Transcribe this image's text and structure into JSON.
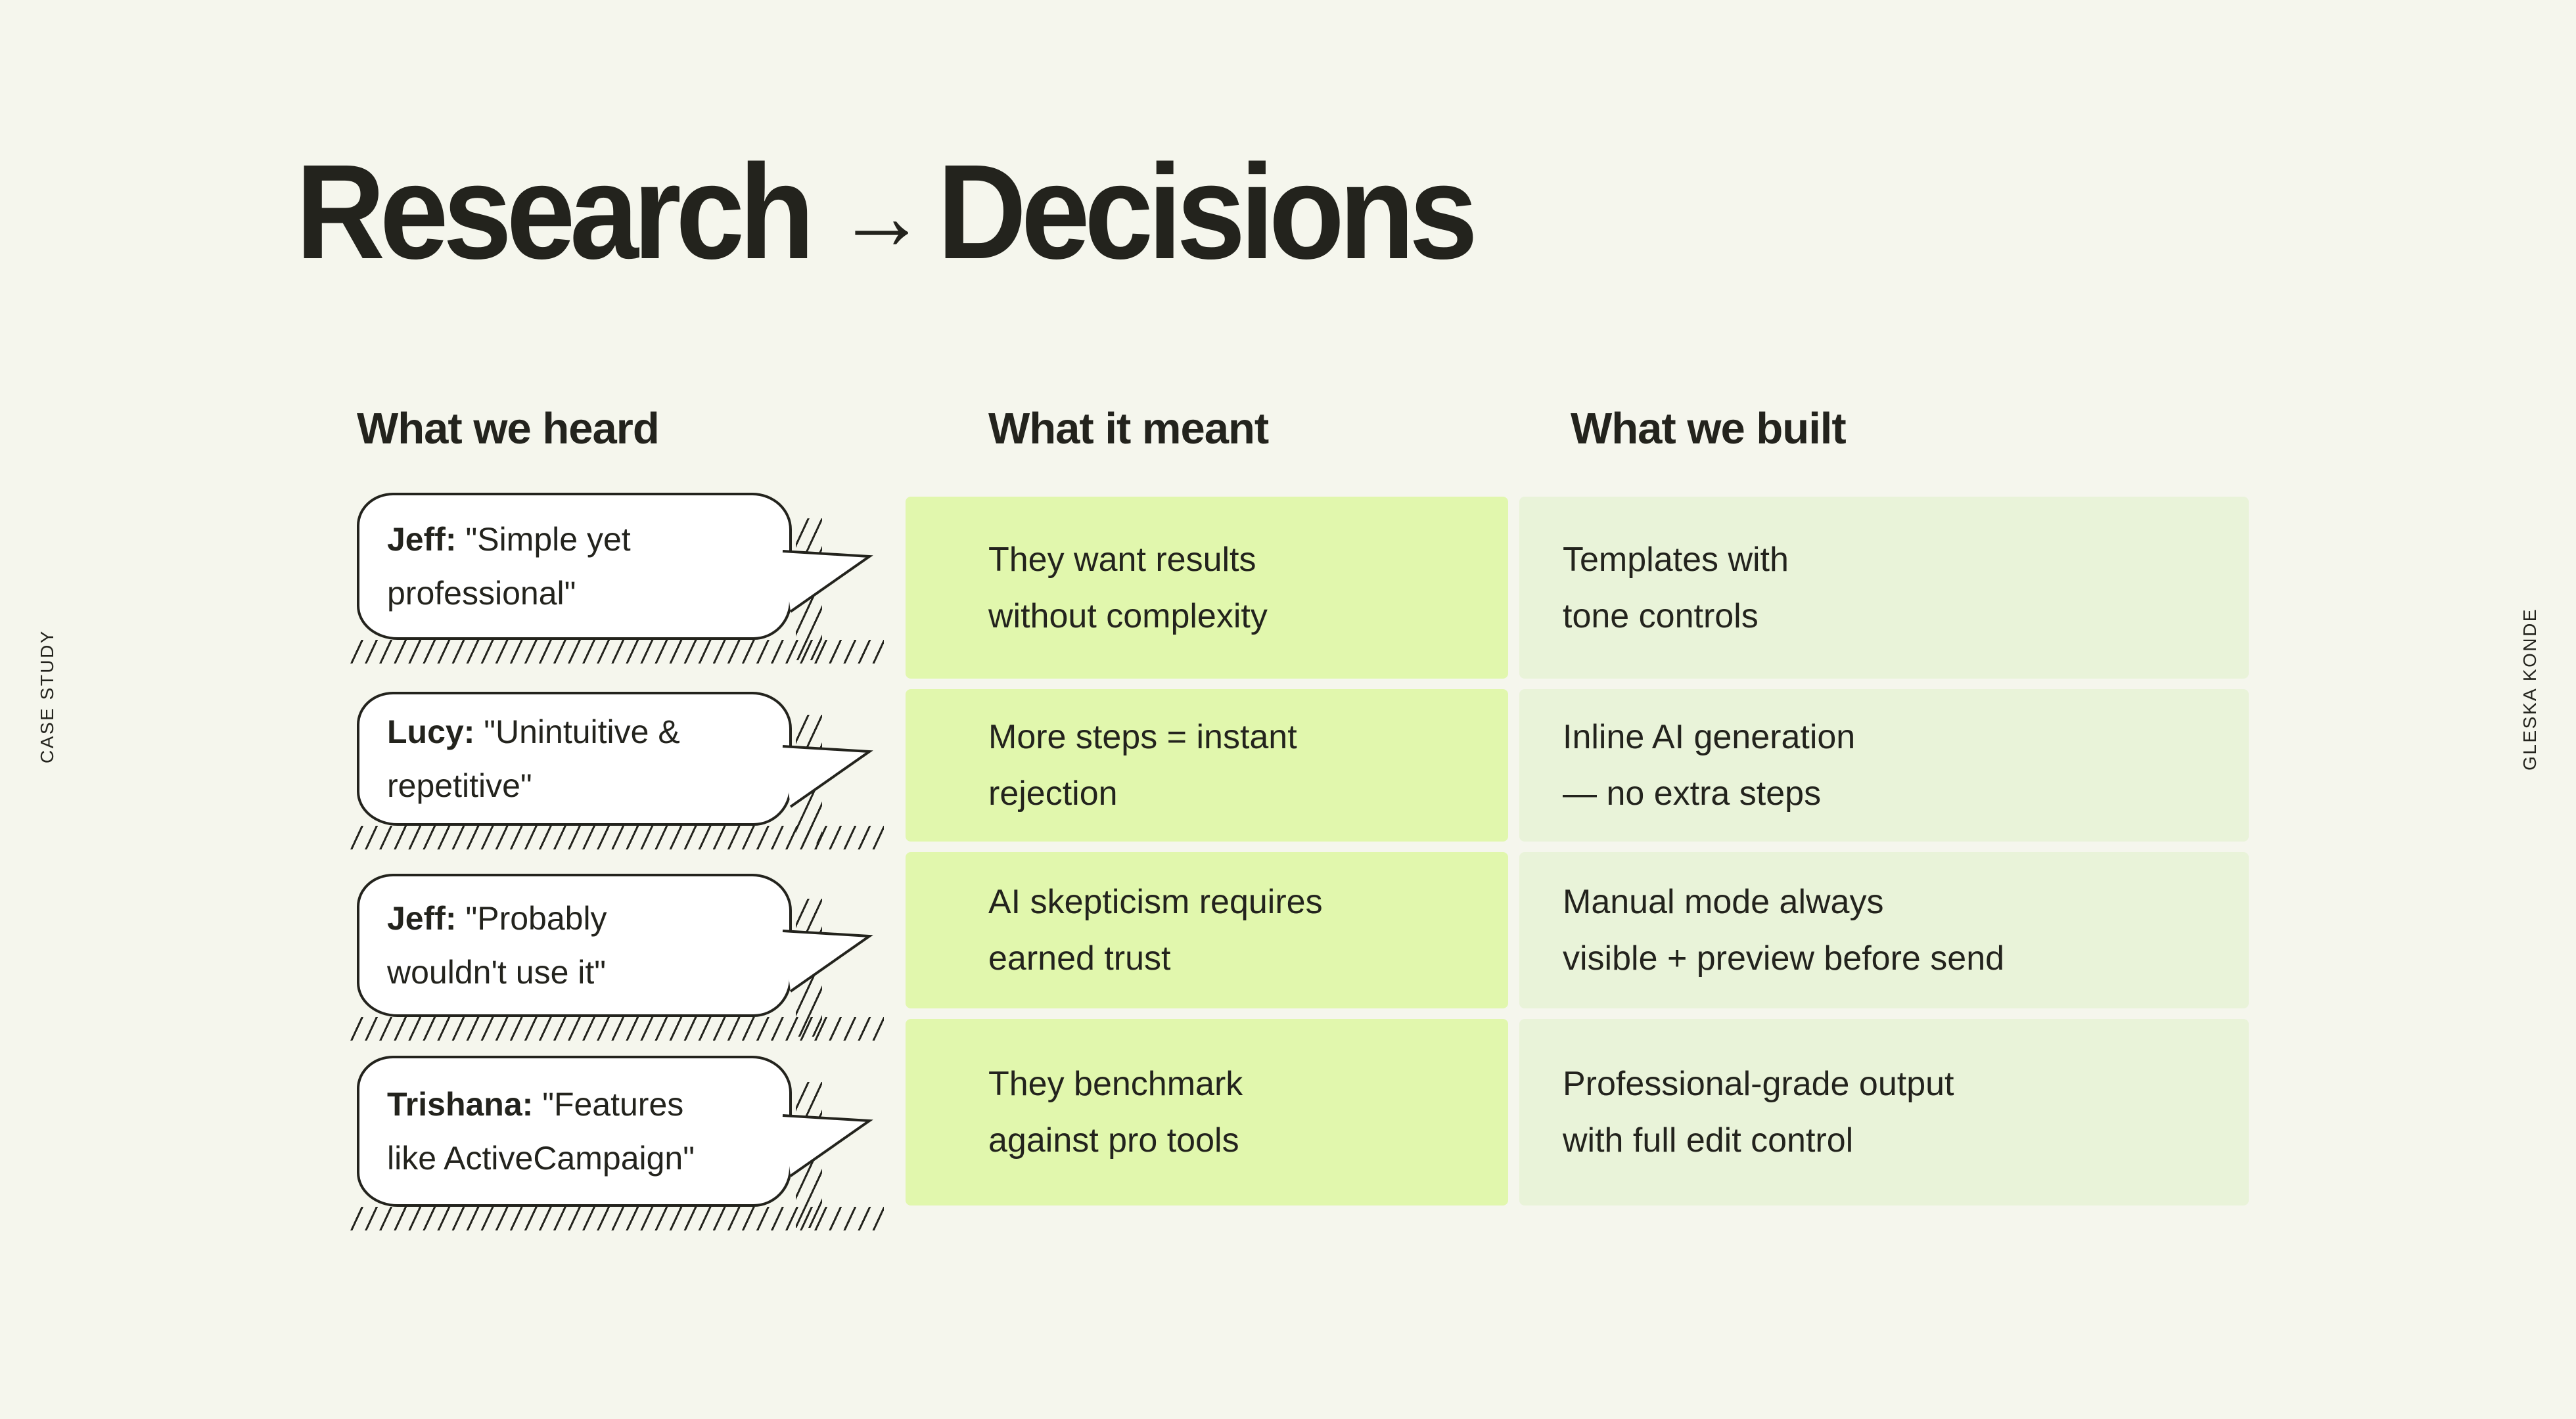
{
  "colors": {
    "bg": "#f5f6ed",
    "ink": "#23231d",
    "bubble": "#ffffff",
    "meant_green": "#e1f7ad",
    "built_green": "#e9f3d9"
  },
  "side_labels": {
    "left": "CASE STUDY",
    "right": "GLESKA KONDE"
  },
  "title": {
    "part1": "Research",
    "arrow": "→",
    "part2": "Decisions"
  },
  "columns": {
    "heard": "What we heard",
    "meant": "What it meant",
    "built": "What we built"
  },
  "rows": [
    {
      "speaker": "Jeff:",
      "quote": " \"Simple yet\nprofessional\"",
      "meant": "They want results\nwithout complexity",
      "built": "Templates with\ntone controls"
    },
    {
      "speaker": "Lucy:",
      "quote": " \"Unintuitive &\nrepetitive\"",
      "meant": "More steps = instant\nrejection",
      "built": "Inline AI generation\n— no extra steps"
    },
    {
      "speaker": "Jeff:",
      "quote": " \"Probably\nwouldn't use it\"",
      "meant": "AI skepticism requires\nearned trust",
      "built": "Manual mode always\nvisible + preview before send"
    },
    {
      "speaker": "Trishana:",
      "quote": " \"Features\nlike ActiveCampaign\"",
      "meant": "They benchmark\nagainst pro tools",
      "built": "Professional-grade output\nwith full edit control"
    }
  ]
}
